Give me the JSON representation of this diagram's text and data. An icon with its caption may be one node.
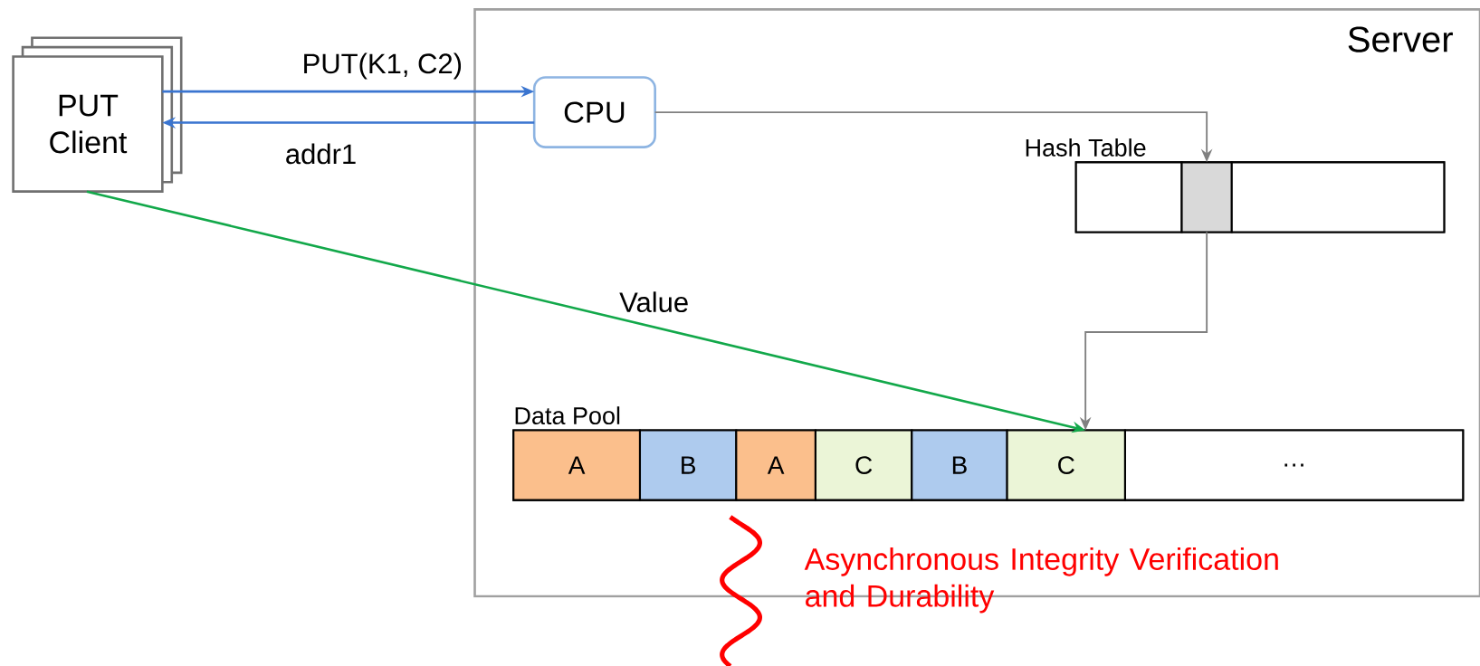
{
  "diagram": {
    "nodes": [
      {
        "text": [
          "PUT Client"
        ]
      },
      {
        "text": [
          "Server"
        ]
      },
      {
        "text": [
          "CPU"
        ],
        "in": 1
      },
      {
        "text": [
          "Hash Table"
        ],
        "in": 1
      },
      {
        "text": [],
        "shape": "box",
        "in": 3
      },
      {
        "text": [],
        "shape": "box",
        "in": 3
      },
      {
        "text": [],
        "shape": "box",
        "in": 3
      },
      {
        "text": [
          "Data Pool"
        ],
        "in": 1
      },
      {
        "text": [
          "A"
        ],
        "in": 7
      },
      {
        "text": [
          "B"
        ],
        "in": 7
      },
      {
        "text": [
          "A"
        ],
        "in": 7
      },
      {
        "text": [
          "C"
        ],
        "in": 7
      },
      {
        "text": [
          "B"
        ],
        "in": 7
      },
      {
        "text": [
          "C"
        ],
        "in": 7
      },
      {
        "text": [
          "…"
        ],
        "in": 7
      }
    ],
    "edges": [
      {
        "from": 0,
        "to": 2,
        "arrow": "to",
        "label": "PUT(K1, C2)",
        "color": "#3a75d0"
      },
      {
        "from": 2,
        "to": 0,
        "arrow": "to",
        "label": "addr1",
        "color": "#3a75d0"
      },
      {
        "from": 2,
        "to": 5,
        "arrow": "to",
        "color": "#808080"
      },
      {
        "from": 5,
        "to": 13,
        "arrow": "to",
        "color": "#808080"
      },
      {
        "from": 0,
        "to": 13,
        "arrow": "to",
        "label": "Value",
        "color": "#12a84a"
      }
    ],
    "labels": [
      "Asynchronous Integrity Verification and Durability"
    ]
  }
}
